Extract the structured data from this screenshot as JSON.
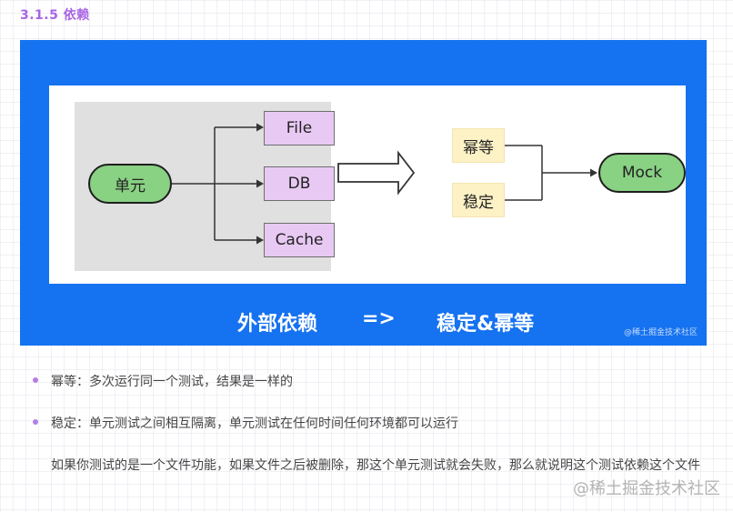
{
  "heading": "3.1.5 依赖",
  "diagram": {
    "left_node": "单元",
    "deps": [
      "File",
      "DB",
      "Cache"
    ],
    "right_props": [
      "幂等",
      "稳定"
    ],
    "right_node": "Mock",
    "caption_left": "外部依赖",
    "caption_arrow": "=>",
    "caption_right": "稳定&幂等",
    "small_watermark": "@稀土掘金技术社区"
  },
  "bullets": [
    "幂等：多次运行同一个测试，结果是一样的",
    "稳定：单元测试之间相互隔离，单元测试在任何时间任何环境都可以运行"
  ],
  "paragraph": "如果你测试的是一个文件功能，如果文件之后被删除，那这个单元测试就会失败，那么就说明这个测试依赖这个文件",
  "watermark": "@稀土掘金技术社区",
  "colors": {
    "heading": "#a864e4",
    "figure_bg": "#1572f0",
    "pill_green": "#89d183",
    "box_purple": "#e8c9f3",
    "box_yellow": "#fdf2c6",
    "bullet": "#b47fe4"
  }
}
